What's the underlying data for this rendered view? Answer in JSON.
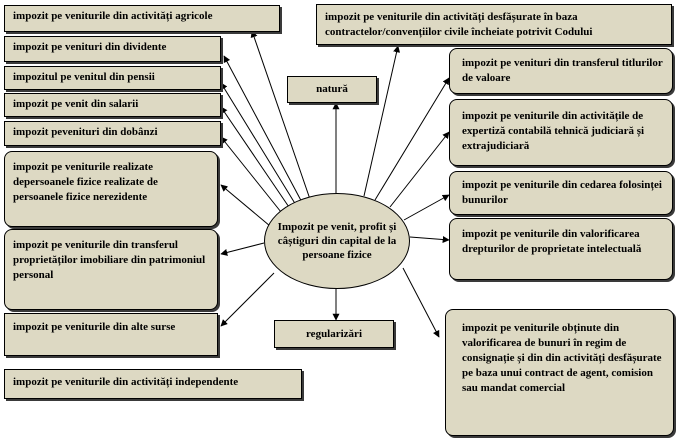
{
  "center": {
    "label": "Impozit pe venit, profit și câștiguri din capital de la persoane fizice"
  },
  "left": [
    "impozit pe veniturile din activități agricole",
    "impozit pe venituri din dividente",
    "impozitul pe venitul din pensii",
    "impozit pe venit din salarii",
    "impozit pevenituri din dobânzi",
    "impozit pe veniturile realizate depersoanele fizice realizate de persoanele fizice nerezidente",
    "impozit pe veniturile din transferul proprietăților imobiliare din patrimoniul personal",
    "impozit pe veniturile din alte surse",
    "impozit pe veniturile din activități independente"
  ],
  "right": [
    "impozit pe veniturile din activități desfășurate în baza contractelor/convențiilor civile încheiate potrivit Codului",
    "impozit pe venituri din transferul titlurilor de valoare",
    "impozit pe veniturile din activitățile de expertiză contabilă tehnică judiciară și extrajudiciară",
    "impozit pe veniturile din cedarea folosinței bunurilor",
    "impozit pe veniturile din valorificarea drepturilor de proprietate intelectuală",
    "impozit pe veniturile obținute din valorificarea de bunuri în regim de consignație și din din activități desfășurate pe baza unui contract de agent, comision sau mandat comercial"
  ],
  "middle": {
    "top": "natură",
    "bottom": "regularizări"
  }
}
